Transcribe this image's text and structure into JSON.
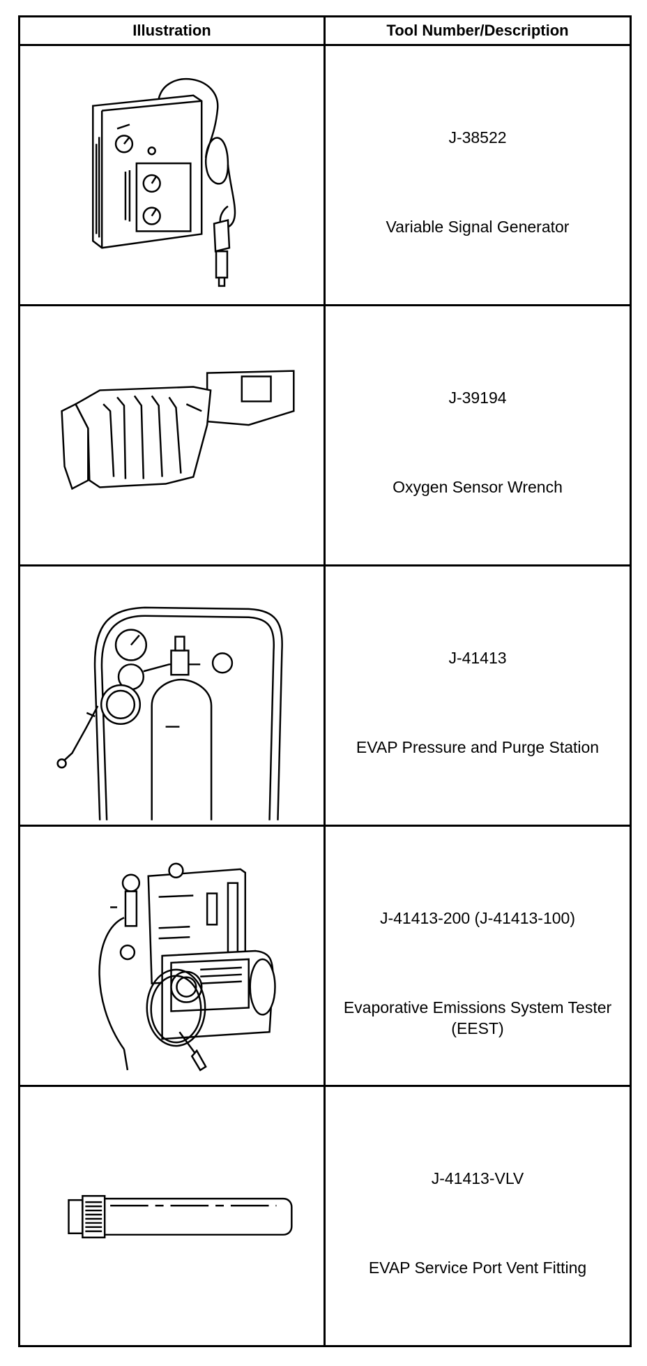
{
  "header": {
    "illustration": "Illustration",
    "description": "Tool Number/Description"
  },
  "tools": [
    {
      "number": "J-38522",
      "description": "Variable Signal Generator",
      "icon": "signal-generator"
    },
    {
      "number": "J-39194",
      "description": "Oxygen Sensor Wrench",
      "icon": "sensor-wrench"
    },
    {
      "number": "J-41413",
      "description": "EVAP Pressure and Purge Station",
      "icon": "purge-station"
    },
    {
      "number": "J-41413-200 (J-41413-100)",
      "description": "Evaporative Emissions System Tester (EEST)",
      "icon": "emissions-tester"
    },
    {
      "number": "J-41413-VLV",
      "description": "EVAP Service Port Vent Fitting",
      "icon": "vent-fitting"
    }
  ]
}
